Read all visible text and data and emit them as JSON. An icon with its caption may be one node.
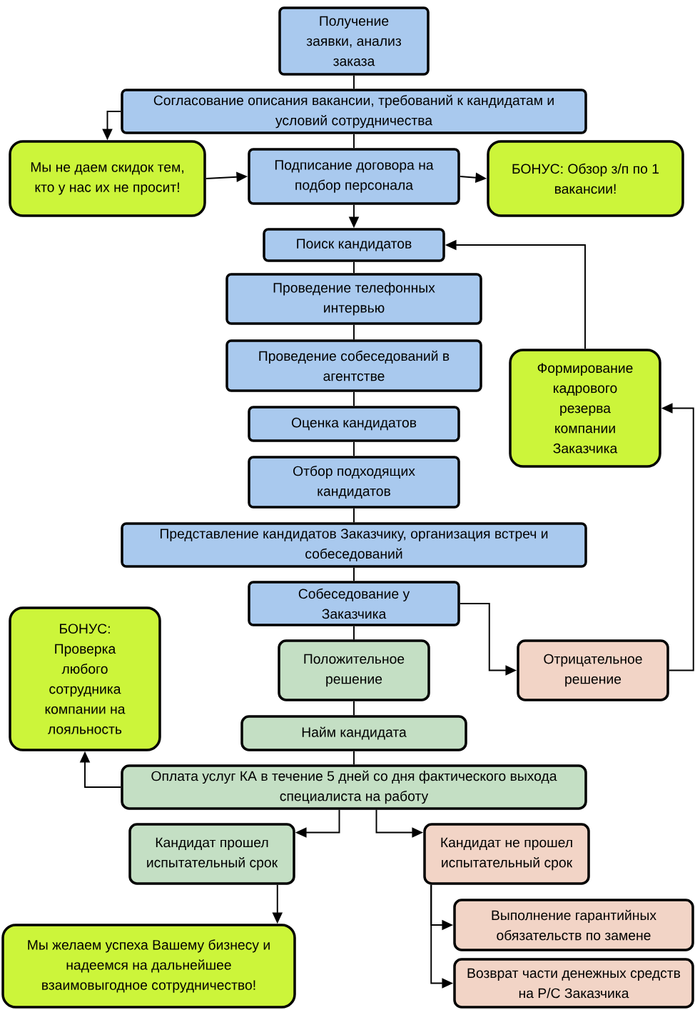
{
  "diagram": {
    "nodes": [
      {
        "text": [
          "Получение заявки, анализ заказа"
        ]
      },
      {
        "text": [
          "Согласование описания вакансии, требований к кандидатам и условий сотрудничества"
        ]
      },
      {
        "text": [
          "Мы не даем скидок тем, кто у нас их не просит!"
        ]
      },
      {
        "text": [
          "Подписание договора на подбор персонала"
        ]
      },
      {
        "text": [
          "БОНУС: Обзор з/п по 1 вакансии!"
        ]
      },
      {
        "text": [
          "Поиск кандидатов"
        ]
      },
      {
        "text": [
          "Проведение телефонных интервью"
        ]
      },
      {
        "text": [
          "Проведение собеседований в агентстве"
        ]
      },
      {
        "text": [
          "Формирование кадрового резерва компании Заказчика"
        ]
      },
      {
        "text": [
          "Оценка кандидатов"
        ]
      },
      {
        "text": [
          "Отбор подходящих кандидатов"
        ]
      },
      {
        "text": [
          "Представление кандидатов Заказчику, организация встреч и собеседований"
        ]
      },
      {
        "text": [
          "Собеседование у Заказчика"
        ]
      },
      {
        "text": [
          "БОНУС: Проверка любого сотрудника компании на лояльность"
        ]
      },
      {
        "text": [
          "Положительное решение"
        ]
      },
      {
        "text": [
          "Отрицательное решение"
        ]
      },
      {
        "text": [
          "Найм кандидата"
        ]
      },
      {
        "text": [
          "Оплата услуг КА в течение 5 дней со дня фактического выхода специалиста на работу"
        ]
      },
      {
        "text": [
          "Кандидат прошел испытательный срок"
        ]
      },
      {
        "text": [
          "Кандидат не прошел испытательный срок"
        ]
      },
      {
        "text": [
          "Мы желаем успеха Вашему бизнесу и надеемся на дальнейшее взаимовыгодное сотрудничество!"
        ]
      },
      {
        "text": [
          "Выполнение гарантийных обязательств по замене"
        ]
      },
      {
        "text": [
          "Возврат части денежных средств на Р/С Заказчика"
        ]
      }
    ],
    "edges": [
      {
        "from": 0,
        "to": 1,
        "arrow": "none"
      },
      {
        "from": 1,
        "to": 2,
        "arrow": "to"
      },
      {
        "from": 1,
        "to": 3,
        "arrow": "none"
      },
      {
        "from": 2,
        "to": 3,
        "arrow": "to"
      },
      {
        "from": 3,
        "to": 4,
        "arrow": "to"
      },
      {
        "from": 3,
        "to": 5,
        "arrow": "to"
      },
      {
        "from": 5,
        "to": 6,
        "arrow": "none"
      },
      {
        "from": 6,
        "to": 7,
        "arrow": "none"
      },
      {
        "from": 7,
        "to": 9,
        "arrow": "none"
      },
      {
        "from": 9,
        "to": 10,
        "arrow": "none"
      },
      {
        "from": 10,
        "to": 11,
        "arrow": "none"
      },
      {
        "from": 11,
        "to": 12,
        "arrow": "none"
      },
      {
        "from": 8,
        "to": 5,
        "arrow": "to"
      },
      {
        "from": 12,
        "to": 15,
        "arrow": "to"
      },
      {
        "from": 15,
        "to": 8,
        "arrow": "to"
      },
      {
        "from": 12,
        "to": 14,
        "arrow": "none"
      },
      {
        "from": 14,
        "to": 16,
        "arrow": "none"
      },
      {
        "from": 16,
        "to": 17,
        "arrow": "none"
      },
      {
        "from": 17,
        "to": 13,
        "arrow": "to"
      },
      {
        "from": 17,
        "to": 18,
        "arrow": "to"
      },
      {
        "from": 17,
        "to": 19,
        "arrow": "to"
      },
      {
        "from": 18,
        "to": 20,
        "arrow": "to"
      },
      {
        "from": 19,
        "to": 21,
        "arrow": "to"
      },
      {
        "from": 19,
        "to": 22,
        "arrow": "to"
      }
    ]
  }
}
